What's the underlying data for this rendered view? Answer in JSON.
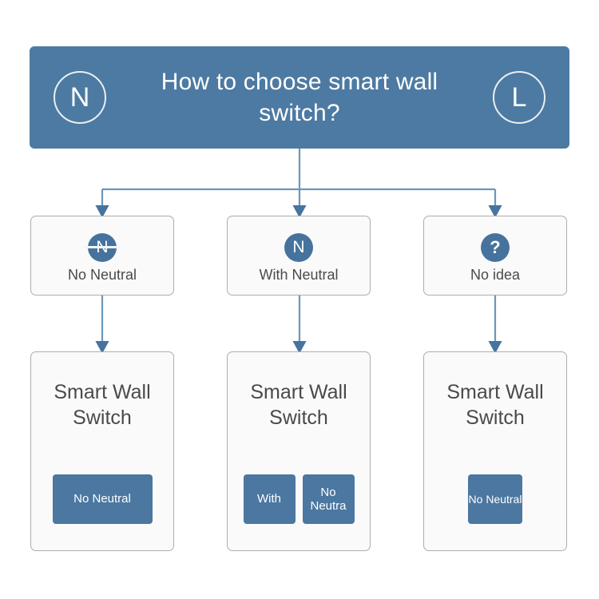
{
  "header": {
    "title": "How to choose smart wall switch?",
    "left_badge": "N",
    "right_badge": "L",
    "background_color": "#4d7aa2"
  },
  "colors": {
    "brand_blue": "#4d7aa2",
    "badge_blue": "#45739d",
    "button_blue": "#4b77a0",
    "card_border": "#adadad",
    "card_background": "#fafafa",
    "connector_line": "#5b87b0",
    "text_gray": "#4a4a4a",
    "page_background": "#ffffff"
  },
  "options": [
    {
      "icon": "n-circle-struck-icon",
      "icon_glyph": "N",
      "struck": true,
      "label": "No Neutral"
    },
    {
      "icon": "n-circle-icon",
      "icon_glyph": "N",
      "struck": false,
      "label": "With Neutral"
    },
    {
      "icon": "question-circle-icon",
      "icon_glyph": "?",
      "struck": false,
      "label": "No idea"
    }
  ],
  "results": [
    {
      "title": "Smart Wall Switch",
      "buttons": [
        {
          "label": "No Neutral",
          "size": "wide"
        }
      ]
    },
    {
      "title": "Smart Wall Switch",
      "buttons": [
        {
          "label": "With",
          "size": "half"
        },
        {
          "label": "No Neutra",
          "size": "half"
        }
      ]
    },
    {
      "title": "Smart Wall Switch",
      "buttons": [
        {
          "label": "No Neutral",
          "size": "small"
        }
      ]
    }
  ]
}
